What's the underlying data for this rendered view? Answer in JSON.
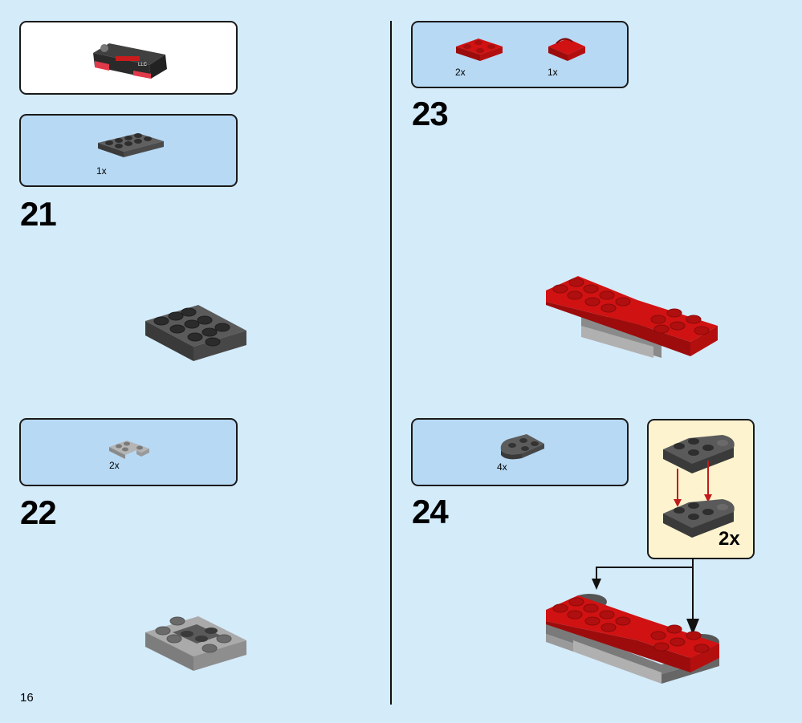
{
  "page": {
    "number": "16"
  },
  "colors": {
    "background": "#d4ebfa",
    "parts_panel": "#b7d9f4",
    "callout": "#fdf3cf",
    "brick_red": "#d01212",
    "brick_dark_gray": "#555555",
    "brick_light_gray": "#a6a6a6"
  },
  "steps": [
    {
      "number": "21",
      "parts": [
        {
          "qty": "1x",
          "icon": "dark-gray-plate-2x4-icon"
        }
      ]
    },
    {
      "number": "22",
      "parts": [
        {
          "qty": "2x",
          "icon": "light-gray-corner-plate-icon"
        }
      ]
    },
    {
      "number": "23",
      "parts": [
        {
          "qty": "2x",
          "icon": "red-plate-2x2-icon"
        },
        {
          "qty": "1x",
          "icon": "red-wedge-plate-icon"
        }
      ]
    },
    {
      "number": "24",
      "parts": [
        {
          "qty": "4x",
          "icon": "dark-gray-round-plate-icon"
        }
      ],
      "callout": {
        "qty": "2x"
      }
    }
  ]
}
